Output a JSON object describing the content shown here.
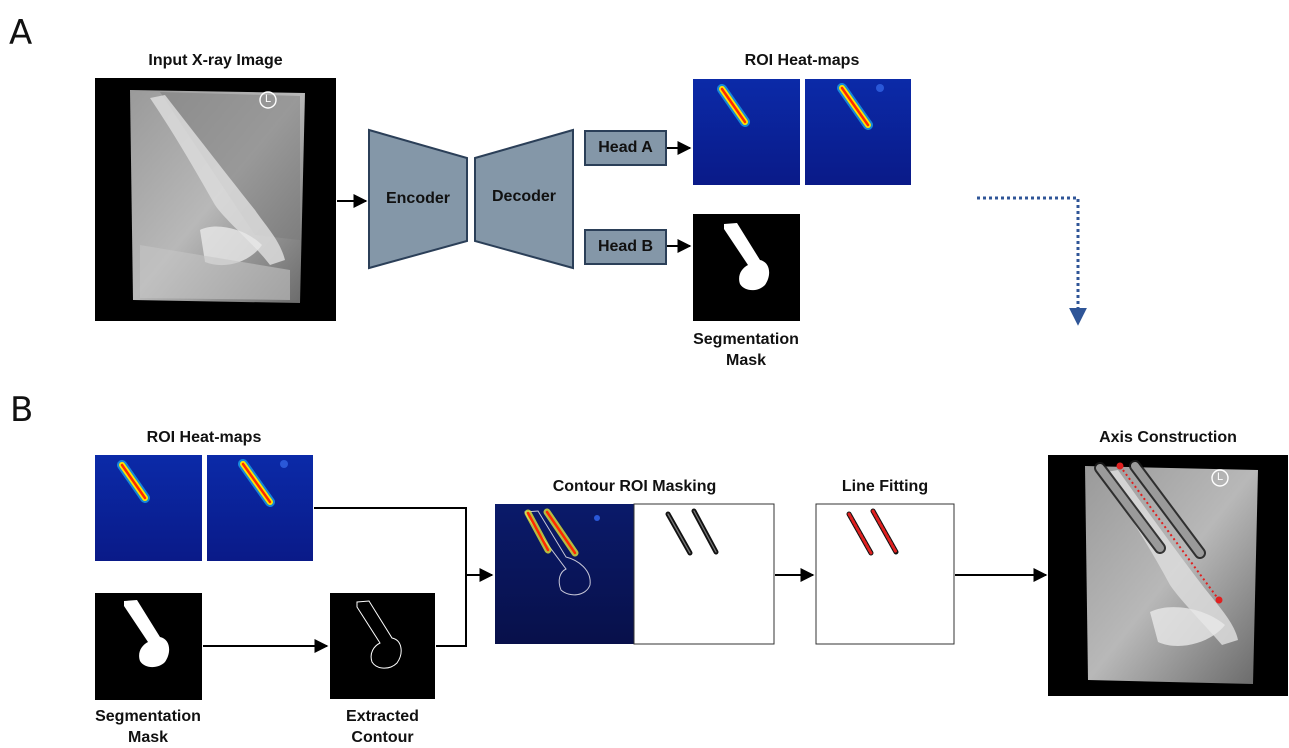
{
  "panel_a": {
    "letter": "A",
    "input_title": "Input X-ray Image",
    "encoder_label": "Encoder",
    "decoder_label": "Decoder",
    "head_a_label": "Head A",
    "head_b_label": "Head B",
    "heatmaps_title": "ROI Heat-maps",
    "seg_mask_label": "Segmentation Mask",
    "xray_marker": "L"
  },
  "panel_b": {
    "letter": "B",
    "heatmaps_title": "ROI Heat-maps",
    "seg_mask_label": "Segmentation Mask",
    "contour_label": "Extracted Contour",
    "masking_title": "Contour ROI Masking",
    "line_fitting_title": "Line Fitting",
    "axis_title": "Axis Construction",
    "xray_marker": "L"
  },
  "colors": {
    "network_fill": "#8497a8",
    "network_stroke": "#2b3f58",
    "dotted_arrow": "#2f5597",
    "heatmap_bg": "#0a1f9a",
    "axis_line": "#e02020"
  }
}
